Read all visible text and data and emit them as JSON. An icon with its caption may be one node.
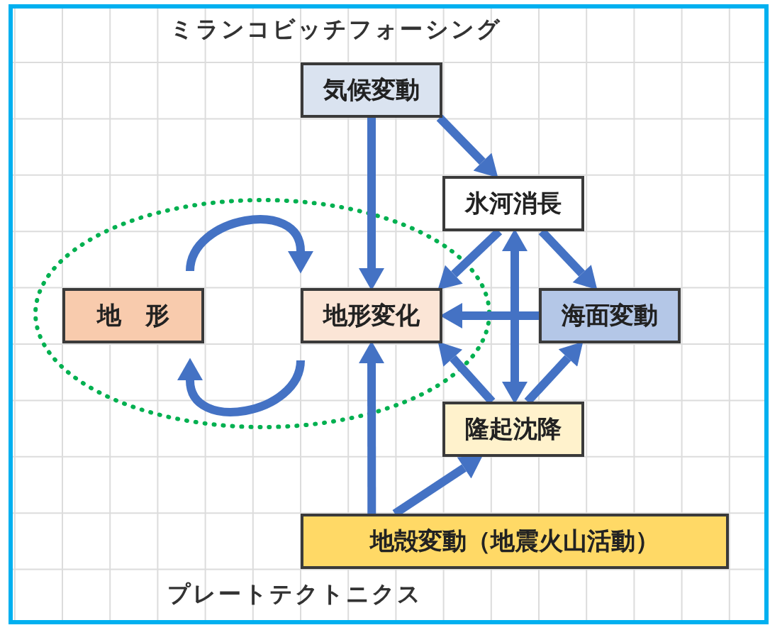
{
  "diagram": {
    "nodes": [
      {
        "text": [
          "気候変動"
        ]
      },
      {
        "text": [
          "氷河消長"
        ]
      },
      {
        "text": [
          "地　形"
        ]
      },
      {
        "text": [
          "地形変化"
        ]
      },
      {
        "text": [
          "海面変動"
        ]
      },
      {
        "text": [
          "隆起沈降"
        ]
      },
      {
        "text": [
          "地殻変動（地震火山活動）"
        ]
      }
    ],
    "edges": [
      {
        "from": 0,
        "to": 3,
        "arrow": "to"
      },
      {
        "from": 0,
        "to": 1,
        "arrow": "to"
      },
      {
        "from": 1,
        "to": 3,
        "arrow": "to"
      },
      {
        "from": 1,
        "to": 4,
        "arrow": "to"
      },
      {
        "from": 1,
        "to": 5,
        "arrow": "both"
      },
      {
        "from": 4,
        "to": 3,
        "arrow": "to"
      },
      {
        "from": 5,
        "to": 3,
        "arrow": "to"
      },
      {
        "from": 5,
        "to": 4,
        "arrow": "to"
      },
      {
        "from": 6,
        "to": 3,
        "arrow": "to"
      },
      {
        "from": 6,
        "to": 5,
        "arrow": "to"
      },
      {
        "from": 2,
        "to": 3,
        "arrow": "to"
      },
      {
        "from": 3,
        "to": 2,
        "arrow": "to"
      }
    ],
    "labels": [
      "ミランコビッチフォーシング",
      "プレートテクトニクス"
    ]
  }
}
